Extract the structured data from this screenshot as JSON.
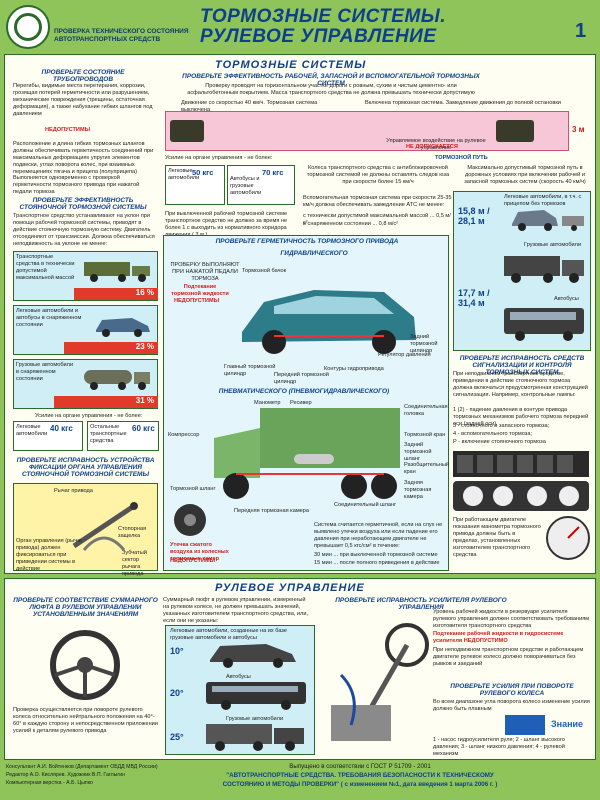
{
  "header": {
    "org_line_1": "ПРОВЕРКА ТЕХНИЧЕСКОГО СОСТОЯНИЯ",
    "org_line_2": "АВТОТРАНСПОРТНЫХ СРЕДСТВ",
    "title_1": "ТОРМОЗНЫЕ СИСТЕМЫ.",
    "title_2": "РУЛЕВОЕ УПРАВЛЕНИЕ",
    "page_number": "1"
  },
  "brakes": {
    "section_title": "ТОРМОЗНЫЕ СИСТЕМЫ",
    "pipelines_title": "ПРОВЕРЬТЕ СОСТОЯНИЕ ТРУБОПРОВОДОВ",
    "pipelines_text": "Перегибы, видимые места перетирания, коррозии, грозящая потерей герметичности или разрушением, механические повреждения (трещины, остаточная деформация), а также набухание гибких шлангов под давлением",
    "not_allowed": "НЕДОПУСТИМЫ",
    "hoses_text": "Расположение и длина гибких тормозных шлангов должны обеспечивать герметичность соединений при максимальных деформациях упругих элементов подвески, углах поворота колес, при взаимных перемещениях тягача и прицепа (полуприцепа)",
    "parking_check_text": "Выполняется одновременно с проверкой герметичности тормозного привода при нажатой педали тормоза",
    "parking_title": "ПРОВЕРЬТЕ ЭФФЕКТИВНОСТЬ СТОЯНОЧНОЙ ТОРМОЗНОЙ СИСТЕМЫ",
    "parking_text": "Транспортное средство устанавливают на уклон при помощи рабочей тормозной системы, приводят в действие стояночную тормозную систему. Двигатель отсоединяют от трансмиссии. Должна обеспечиваться неподвижность на уклоне не менее:",
    "slope_items": [
      {
        "label": "Транспортные средства в технически допустимой максимальной массой",
        "percent": "16 %"
      },
      {
        "label": "Легковые автомобили и автобусы в снаряженном состоянии",
        "percent": "23 %"
      },
      {
        "label": "Грузовые автомобили в снаряженном состоянии",
        "percent": "31 %"
      }
    ],
    "effort_top_label": "Усилие на органе управления - не более:",
    "effort_top": [
      {
        "label": "Легковые автомобили",
        "value": "50 кгс"
      },
      {
        "label": "Автобусы и грузовые автомобили",
        "value": "70 кгс"
      }
    ],
    "effort_bottom_label": "Усилие на органе управления - не более:",
    "effort_bottom": [
      {
        "label": "Легковые автомобили",
        "value": "40 кгс"
      },
      {
        "label": "Остальные транспортные средства",
        "value": "60 кгс"
      }
    ],
    "fixation_title": "ПРОВЕРЬТЕ ИСПРАВНОСТЬ УСТРОЙСТВА ФИКСАЦИИ ОРГАНА УПРАВЛЕНИЯ СТОЯНОЧНОЙ ТОРМОЗНОЙ СИСТЕМЫ",
    "lever_label": "Рычаг привода",
    "pawl_label": "Стопорная защелка",
    "sector_label": "Зубчатый сектор рычага привода",
    "fixation_text": "Орган управления (рычаг привода) должен фиксироваться при приведении системы в действие",
    "efficiency_title": "ПРОВЕРЬТЕ ЭФФЕКТИВНОСТЬ РАБОЧЕЙ, ЗАПАСНОЙ И ВСПОМОГАТЕЛЬНОЙ ТОРМОЗНЫХ СИСТЕМ",
    "efficiency_text": "Проверку проводят на горизонтальном участке дороги с ровным, сухим и чистым цементно- или асфальтобетонным покрытием. Масса транспортного средства не должна превышать технически допустимую",
    "speed_label": "Движение со скоростью 40 км/ч. Тормозная система выключена",
    "brake_on_label": "Включена тормозная система. Замедление движения до полной остановки",
    "corridor_label": "Управляемое воздействие на рулевое управление",
    "corridor_not_allowed": "НЕ ДОПУСКАЕТСЯ",
    "corridor_width": "3 м",
    "brake_path_label": "ТОРМОЗНОЙ ПУТЬ",
    "abs_text": "Колеса транспортного средства с антиблокировочной тормозной системой не должны оставлять следов юза при скорости более 15 км/ч",
    "aux_text": "При выключенной рабочей тормозной системе транспортное средство не должно за время не более 1 с выходить из нормативного коридора движения ( 3 м )",
    "aux_decel_text": "Вспомогательная тормозная система при скорости 25-35 км/ч должна обеспечивать замедление АТС не менее:",
    "aux_decel_1": "с технически допустимой максимальной массой ... 0,5 м/с²",
    "aux_decel_2": "в снаряженном состоянии ... 0,8 м/с²",
    "max_path_title": "Максимально допустимый тормозной путь в дорожных условиях при включении рабочей и запасной тормозных систем (скорость 40 км/ч)",
    "max_path_items": [
      {
        "label": "Легковые автомобили, в т.ч. с прицепом без тормозов",
        "values": "15,8 м / 28,1 м"
      },
      {
        "label": "Грузовые автомобили",
        "values": "17,7 м / 31,4 м"
      },
      {
        "label": "Автобусы",
        "values": ""
      }
    ],
    "drive_title": "ПРОВЕРЬТЕ ГЕРМЕТИЧНОСТЬ ТОРМОЗНОГО ПРИВОДА",
    "hydraulic_title": "ГИДРАВЛИЧЕСКОГО",
    "hydraulic_check": "ПРОВЕРКУ ВЫПОЛНЯЮТ ПРИ НАЖАТОЙ ПЕДАЛИ ТОРМОЗА",
    "leak_text": "Подтекание тормозной жидкости",
    "hydraulic_parts": [
      "Тормозной бачок",
      "Задний тормозной цилиндр",
      "Регулятор давления",
      "Контуры гидропривода",
      "Главный тормозной цилиндр",
      "Передний тормозной цилиндр"
    ],
    "pneumatic_title": "ПНЕВМАТИЧЕСКОГО (ПНЕВМОГИДРАВЛИЧЕСКОГО)",
    "pneumatic_parts": [
      "Манометр",
      "Ресивер",
      "Компрессор",
      "Соединительная головка",
      "Тормозной кран",
      "Задний тормозной шланг",
      "Разобщительный кран",
      "Задняя тормозная камера",
      "Тормозной шланг",
      "Соединительный шланг",
      "Передняя тормозная камера"
    ],
    "air_leak_text": "Утечка сжатого воздуха из колесных тормозных камер",
    "pneumatic_text": "Система считается герметичной, если на слух не выявлено утечки воздуха или если падение его давления при неработающем двигателе не превышает 0,5 кгс/см² в течение:",
    "pneumatic_time_1": "30 мин ... при выключенной тормозной системе",
    "pneumatic_time_2": "15 мин ... после полного приведения в действие",
    "signal_title": "ПРОВЕРЬТЕ ИСПРАВНОСТЬ СРЕДСТВ СИГНАЛИЗАЦИИ И КОНТРОЛЯ ТОРМОЗНЫХ СИСТЕМ",
    "signal_text": "При неподвижном транспортном средстве, приведении в действие стояночного тормоза должна включаться предусмотренная конструкцией сигнализация. Например, контрольные лампы:",
    "signal_items": [
      "1 (2) - падение давления в контуре привода тормозных механизмов рабочего тормоза передней оси (задней оси)",
      "3 - стояночного и запасного тормоза;",
      "4 - вспомогательного тормоза;",
      "P - включение стояночного тормоза"
    ],
    "gauge_text": "При работающем двигателе показания манометра тормозного привода должны быть в пределах, установленных изготовителем транспортного средства"
  },
  "steering": {
    "section_title": "РУЛЕВОЕ УПРАВЛЕНИЕ",
    "play_title": "ПРОВЕРЬТЕ СООТВЕТСТВИЕ СУММАРНОГО ЛЮФТА В РУЛЕВОМ УПРАВЛЕНИИ УСТАНОВЛЕННЫМ ЗНАЧЕНИЯМ",
    "play_text": "Суммарный люфт в рулевом управлении, измеренный на рулевом колесе, не должен превышать значений, указанных изготовителем транспортного средства, или, если они не указаны:",
    "play_items": [
      {
        "label": "Легковые автомобили, созданные на их базе грузовые автомобили и автобусы",
        "value": "10°"
      },
      {
        "label": "Автобусы",
        "value": "20°"
      },
      {
        "label": "Грузовые автомобили",
        "value": "25°"
      }
    ],
    "play_check_text": "Проверка осуществляется при повороте рулевого колеса относительно нейтрального положения на 40°- 60° в каждую сторону и непосредственном приложении усилий к деталям рулевого привода",
    "booster_title": "ПРОВЕРЬТЕ ИСПРАВНОСТЬ УСИЛИТЕЛЯ РУЛЕВОГО УПРАВЛЕНИЯ",
    "booster_text_1": "Уровень рабочей жидкости в резервуаре усилителя рулевого управления должен соответствовать требованиям изготовителя транспортного средства",
    "booster_leak": "Подтекание рабочей жидкости в гидросистеме усилителя НЕДОПУСТИМО",
    "booster_text_2": "При неподвижном транспортном средстве и работающем двигателе рулевое колесо должно поворачиваться без рывков и заеданий",
    "booster_rotate": "ПРОВЕРЬТЕ УСИЛИЯ ПРИ ПОВОРОТЕ РУЛЕВОГО КОЛЕСА",
    "booster_text_3": "Во всем диапазоне угла поворота колесо изменение усилия должно быть плавным",
    "booster_legend": "1 - насос гидроусилителя руля; 2 - шланг высокого давления; 3 - шланг низкого давления; 4 - рулевой механизм",
    "brand": "Знание"
  },
  "footer": {
    "credits_1": "Консультант А.И. Войтенков (Департамент ОБДД МВД России)",
    "credits_2": "Редактор А.О. Кислярев. Художник В.П. Гаглыгин",
    "credits_3": "Компьютерная верстка - А.Б. Цыпко",
    "center_1": "Выпущено в соответствии с ГОСТ Р 51709 - 2001",
    "center_2": "\"АВТОТРАНСПОРТНЫЕ СРЕДСТВА. ТРЕБОВАНИЯ БЕЗОПАСНОСТИ К ТЕХНИЧЕСКОМУ",
    "center_3": "СОСТОЯНИЮ И МЕТОДЫ ПРОВЕРКИ\" ( с изменением №1, дата введения 1 марта 2006 г. )"
  },
  "colors": {
    "background": "#8fc45a",
    "title": "#0d3f8c",
    "warning": "#d01a1a",
    "panel": "#fffef2"
  }
}
